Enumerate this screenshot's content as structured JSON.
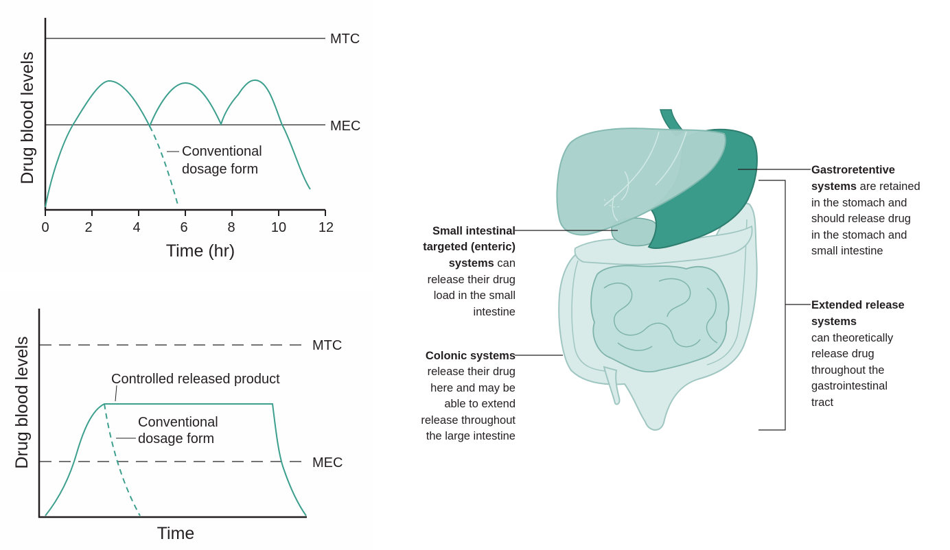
{
  "chart_data": [
    {
      "type": "line",
      "ylabel": "Drug blood levels",
      "xlabel": "Time (hr)",
      "xlim": [
        0,
        12
      ],
      "x_ticks": [
        "0",
        "2",
        "4",
        "6",
        "8",
        "10",
        "12"
      ],
      "reference_lines": [
        {
          "label": "MTC"
        },
        {
          "label": "MEC"
        }
      ],
      "annotations": [
        "Conventional",
        "dosage form"
      ],
      "series": [
        {
          "x": [
            0,
            1.3,
            2.9,
            4.6,
            6.1,
            7.5,
            7.6,
            9.0,
            10.2,
            11.3
          ],
          "y": [
            0,
            0.52,
            0.8,
            0.52,
            0.79,
            0.52,
            0.58,
            0.81,
            0.52,
            0.14
          ]
        },
        {
          "x": [
            4.6,
            5.1,
            5.7
          ],
          "y": [
            0.52,
            0.32,
            0.0
          ]
        }
      ]
    },
    {
      "type": "line",
      "ylabel": "Drug blood levels",
      "xlabel": "Time",
      "reference_lines": [
        {
          "label": "MTC"
        },
        {
          "label": "MEC"
        }
      ],
      "annotations": [
        "Controlled released product",
        "Conventional",
        "dosage form"
      ]
    }
  ],
  "diagram": {
    "colors": {
      "curve": "#3c9f8e",
      "stomach": "#3a9b8a",
      "liver": "#a9d1cb",
      "intestine": "#bfe0dc",
      "colon": "#d8ebe9"
    },
    "callouts": {
      "gastro": {
        "l1": "Gastroretentive",
        "l2b": "systems",
        "l2": " are retained",
        "l3": "in the stomach and",
        "l4": "should release drug",
        "l5": "in the stomach and",
        "l6": "small intestine"
      },
      "extended": {
        "l1": "Extended release",
        "l2": "systems",
        "l3": "can theoretically",
        "l4": "release drug",
        "l5": "throughout the",
        "l6": "gastrointestinal",
        "l7": "tract"
      },
      "small": {
        "l1": "Small intestinal",
        "l2": "targeted (enteric)",
        "l3b": "systems",
        "l3": " can",
        "l4": "release their drug",
        "l5": "load in the small",
        "l6": "intestine"
      },
      "colonic": {
        "l1": "Colonic systems",
        "l2": "release their drug",
        "l3": "here and may be",
        "l4": "able to extend",
        "l5": "release throughout",
        "l6": "the large intestine"
      }
    }
  }
}
